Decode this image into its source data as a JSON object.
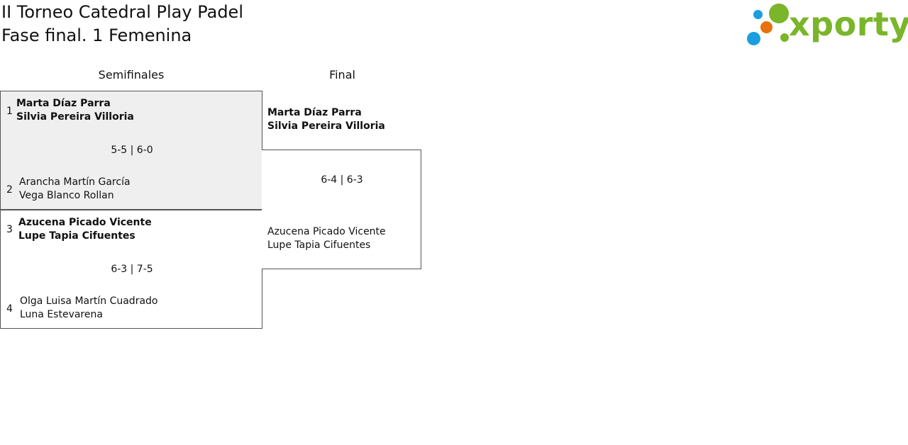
{
  "header": {
    "title_line1": "II Torneo Catedral Play Padel",
    "title_line2": "Fase final. 1 Femenina"
  },
  "logo": {
    "text": "xporty",
    "colors": {
      "green": "#7ab52a",
      "blue": "#1a9ee0",
      "orange": "#e8720c"
    }
  },
  "rounds": {
    "semifinal_label": "Semifinales",
    "final_label": "Final"
  },
  "semifinals": [
    {
      "score": "5-5 | 6-0",
      "team_top": {
        "seed": "1",
        "player1": "Marta Díaz Parra",
        "player2": "Silvia Pereira Villoria",
        "winner": true
      },
      "team_bottom": {
        "seed": "2",
        "player1": "Arancha Martín García",
        "player2": "Vega Blanco Rollan",
        "winner": false
      }
    },
    {
      "score": "6-3 | 7-5",
      "team_top": {
        "seed": "3",
        "player1": "Azucena Picado Vicente",
        "player2": "Lupe Tapia Cifuentes",
        "winner": true
      },
      "team_bottom": {
        "seed": "4",
        "player1": "Olga Luisa Martín Cuadrado",
        "player2": "Luna Estevarena",
        "winner": false
      }
    }
  ],
  "final": {
    "score": "6-4 | 6-3",
    "winner": {
      "player1": "Marta Díaz Parra",
      "player2": "Silvia Pereira Villoria"
    },
    "runner_up": {
      "player1": "Azucena Picado Vicente",
      "player2": "Lupe Tapia Cifuentes"
    }
  }
}
